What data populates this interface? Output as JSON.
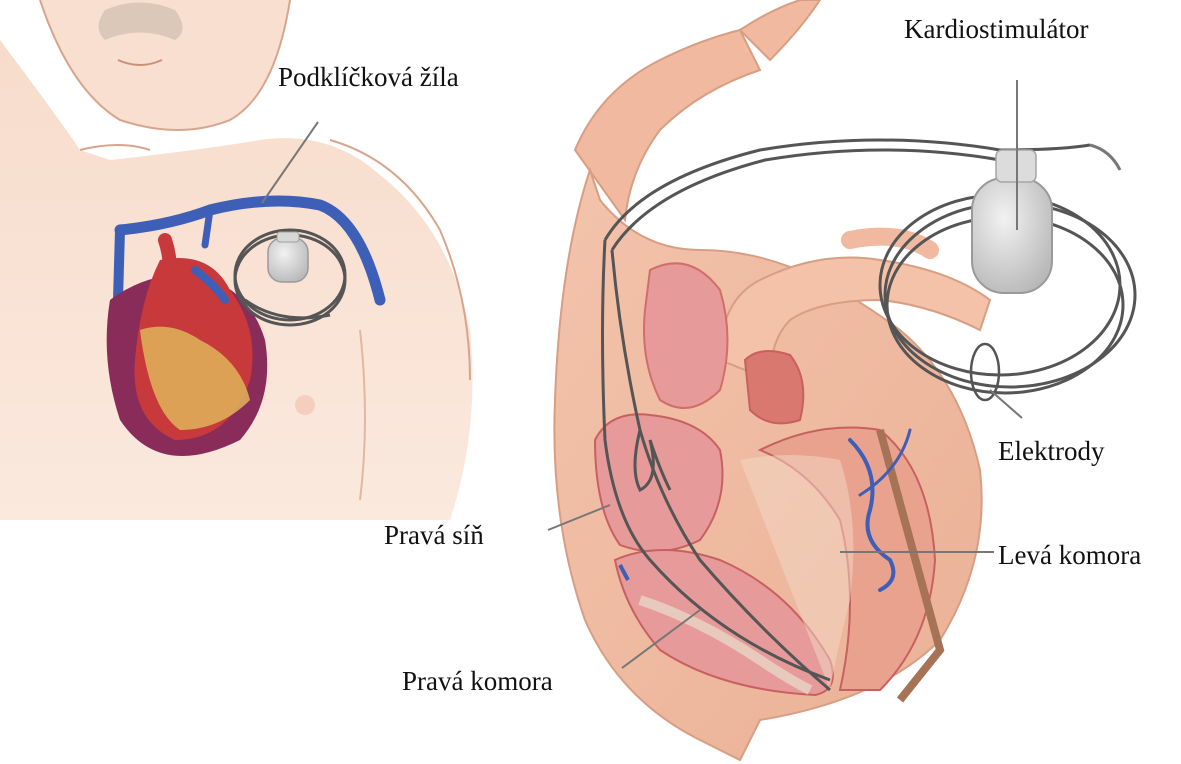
{
  "labels": {
    "subclavian_vein": "Podklíčková žíla",
    "pacemaker": "Kardiostimulátor",
    "electrodes": "Elektrody",
    "right_atrium": "Pravá síň",
    "left_ventricle": "Levá komora",
    "right_ventricle": "Pravá komora"
  },
  "colors": {
    "skin": "#f6d8c6",
    "skin_shade": "#eebca4",
    "outline": "#d89e84",
    "vessel_blue": "#3e5fb8",
    "heart_red": "#c8393b",
    "heart_dark": "#8a2c5a",
    "fat_yellow": "#e0b45a",
    "chamber_pink": "#e79a9a",
    "chamber_inner": "#d9786f",
    "device_gray": "#cfcfcf",
    "lead_dark": "#555555",
    "leader_line": "#777777"
  },
  "icons": {
    "body_outline": "torso-illustration",
    "heart_small": "heart-illustration",
    "heart_section": "heart-cross-section-illustration",
    "pacemaker_device": "pacemaker-icon"
  }
}
